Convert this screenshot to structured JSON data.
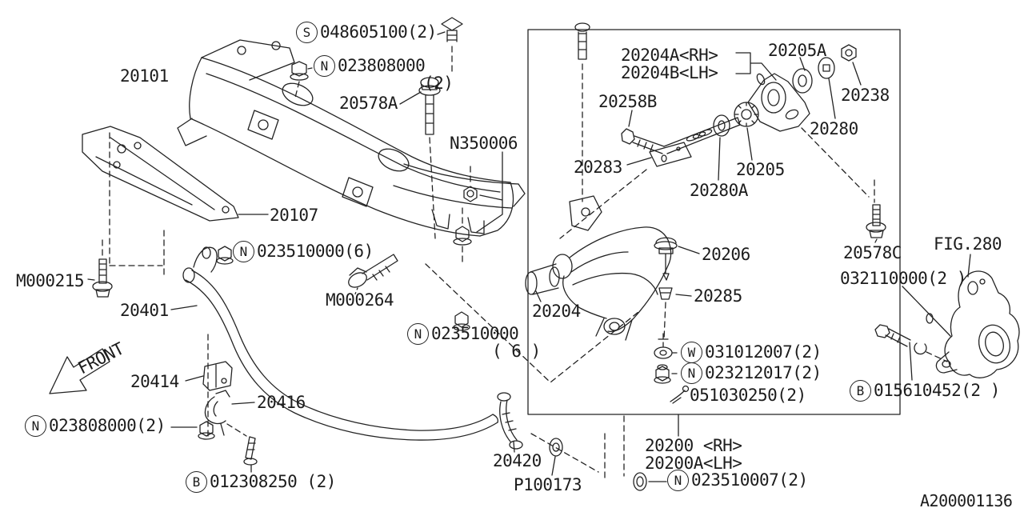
{
  "doc": {
    "drawing_number": "A200001136",
    "front_label": "FRONT",
    "background": "#ffffff",
    "ink_color": "#232323"
  },
  "labels": {
    "s048605100": {
      "circ": "S",
      "text": "048605100(2)"
    },
    "n023808000top": {
      "circ": "N",
      "text": "023808000",
      "line2": "(2)"
    },
    "p20101": {
      "text": "20101"
    },
    "p20578A": {
      "text": "20578A"
    },
    "pN350006": {
      "text": "N350006"
    },
    "p20204AB": {
      "text": "20204A<RH>",
      "line2": "20204B<LH>"
    },
    "p20205A": {
      "text": "20205A"
    },
    "p20238": {
      "text": "20238"
    },
    "p20280": {
      "text": "20280"
    },
    "p20258B": {
      "text": "20258B"
    },
    "p20283": {
      "text": "20283"
    },
    "p20205": {
      "text": "20205"
    },
    "p20280A": {
      "text": "20280A"
    },
    "p20107": {
      "text": "20107"
    },
    "n023510000a": {
      "circ": "N",
      "text": "023510000(6)"
    },
    "pM000215": {
      "text": "M000215"
    },
    "pM000264": {
      "text": "M000264"
    },
    "p20401": {
      "text": "20401"
    },
    "n023510000b": {
      "circ": "N",
      "text": "023510000",
      "line2": "( 6 )"
    },
    "p20206": {
      "text": "20206"
    },
    "p20204": {
      "text": "20204"
    },
    "p20285": {
      "text": "20285"
    },
    "p20578C": {
      "text": "20578C"
    },
    "fig280": {
      "text": "FIG.280"
    },
    "p032110000": {
      "text": "032110000(2 )"
    },
    "w031012007": {
      "circ": "W",
      "text": "031012007(2)"
    },
    "n023212017": {
      "circ": "N",
      "text": "023212017(2)"
    },
    "p051030250": {
      "text": "051030250(2)"
    },
    "p20414": {
      "text": "20414"
    },
    "p20416": {
      "text": "20416"
    },
    "n023808000b": {
      "circ": "N",
      "text": "023808000(2)"
    },
    "b012308250": {
      "circ": "B",
      "text": "012308250 (2)"
    },
    "p20420": {
      "text": "20420"
    },
    "pP100173": {
      "text": "P100173"
    },
    "p20200": {
      "text": "20200 <RH>",
      "line2": "20200A<LH>"
    },
    "n023510007": {
      "circ": "N",
      "text": "023510007(2)"
    },
    "b015610452": {
      "circ": "B",
      "text": "015610452(2 )"
    }
  }
}
